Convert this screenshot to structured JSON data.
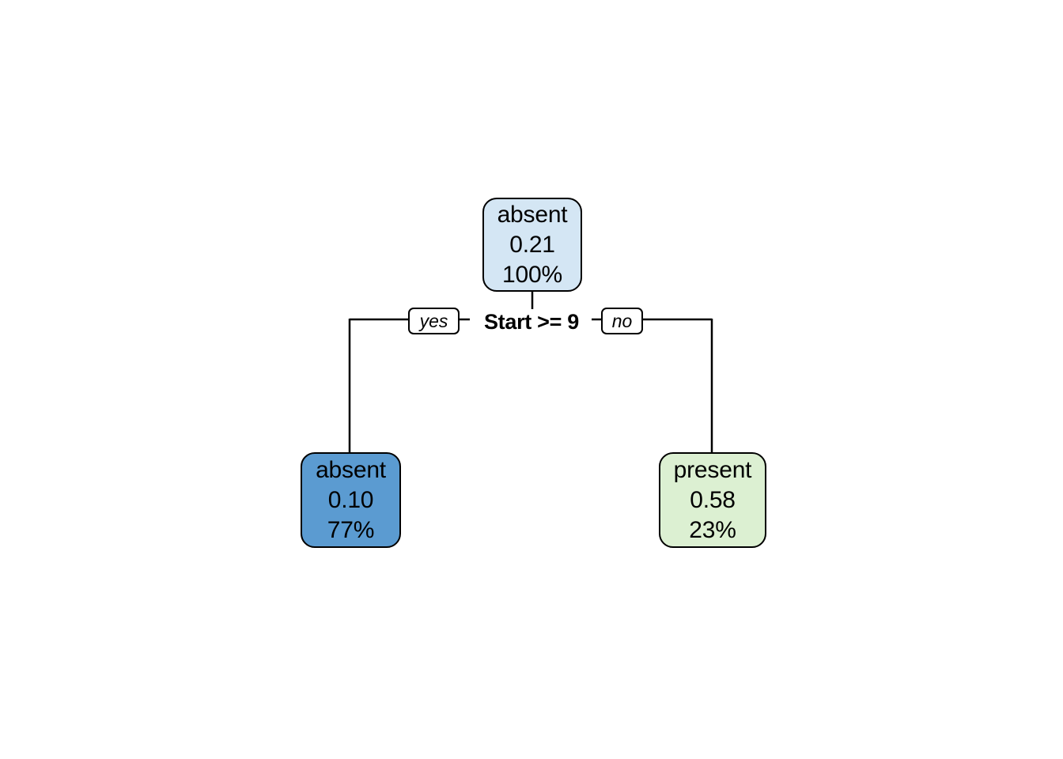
{
  "chart_data": {
    "type": "diagram",
    "diagram_kind": "decision-tree",
    "title": "",
    "root_split": "Start >= 9",
    "edge_labels": {
      "left": "yes",
      "right": "no"
    },
    "nodes": [
      {
        "id": "root",
        "role": "root",
        "class_label": "absent",
        "probability": "0.21",
        "percent": "100%",
        "fill": "#d4e6f4"
      },
      {
        "id": "left-leaf",
        "role": "leaf",
        "branch": "yes",
        "class_label": "absent",
        "probability": "0.10",
        "percent": "77%",
        "fill": "#5b9bd1"
      },
      {
        "id": "right-leaf",
        "role": "leaf",
        "branch": "no",
        "class_label": "present",
        "probability": "0.58",
        "percent": "23%",
        "fill": "#dcf0d2"
      }
    ]
  },
  "tree": {
    "root": {
      "class_label": "absent",
      "probability": "0.21",
      "percent": "100%",
      "fill": "#d4e6f4"
    },
    "split": {
      "condition": "Start >= 9",
      "yes_label": "yes",
      "no_label": "no"
    },
    "left_leaf": {
      "class_label": "absent",
      "probability": "0.10",
      "percent": "77%",
      "fill": "#5b9bd1"
    },
    "right_leaf": {
      "class_label": "present",
      "probability": "0.58",
      "percent": "23%",
      "fill": "#dcf0d2"
    }
  },
  "colors": {
    "stroke": "#000000",
    "background": "#ffffff",
    "root_fill": "#d4e6f4",
    "left_leaf_fill": "#5b9bd1",
    "right_leaf_fill": "#dcf0d2"
  }
}
